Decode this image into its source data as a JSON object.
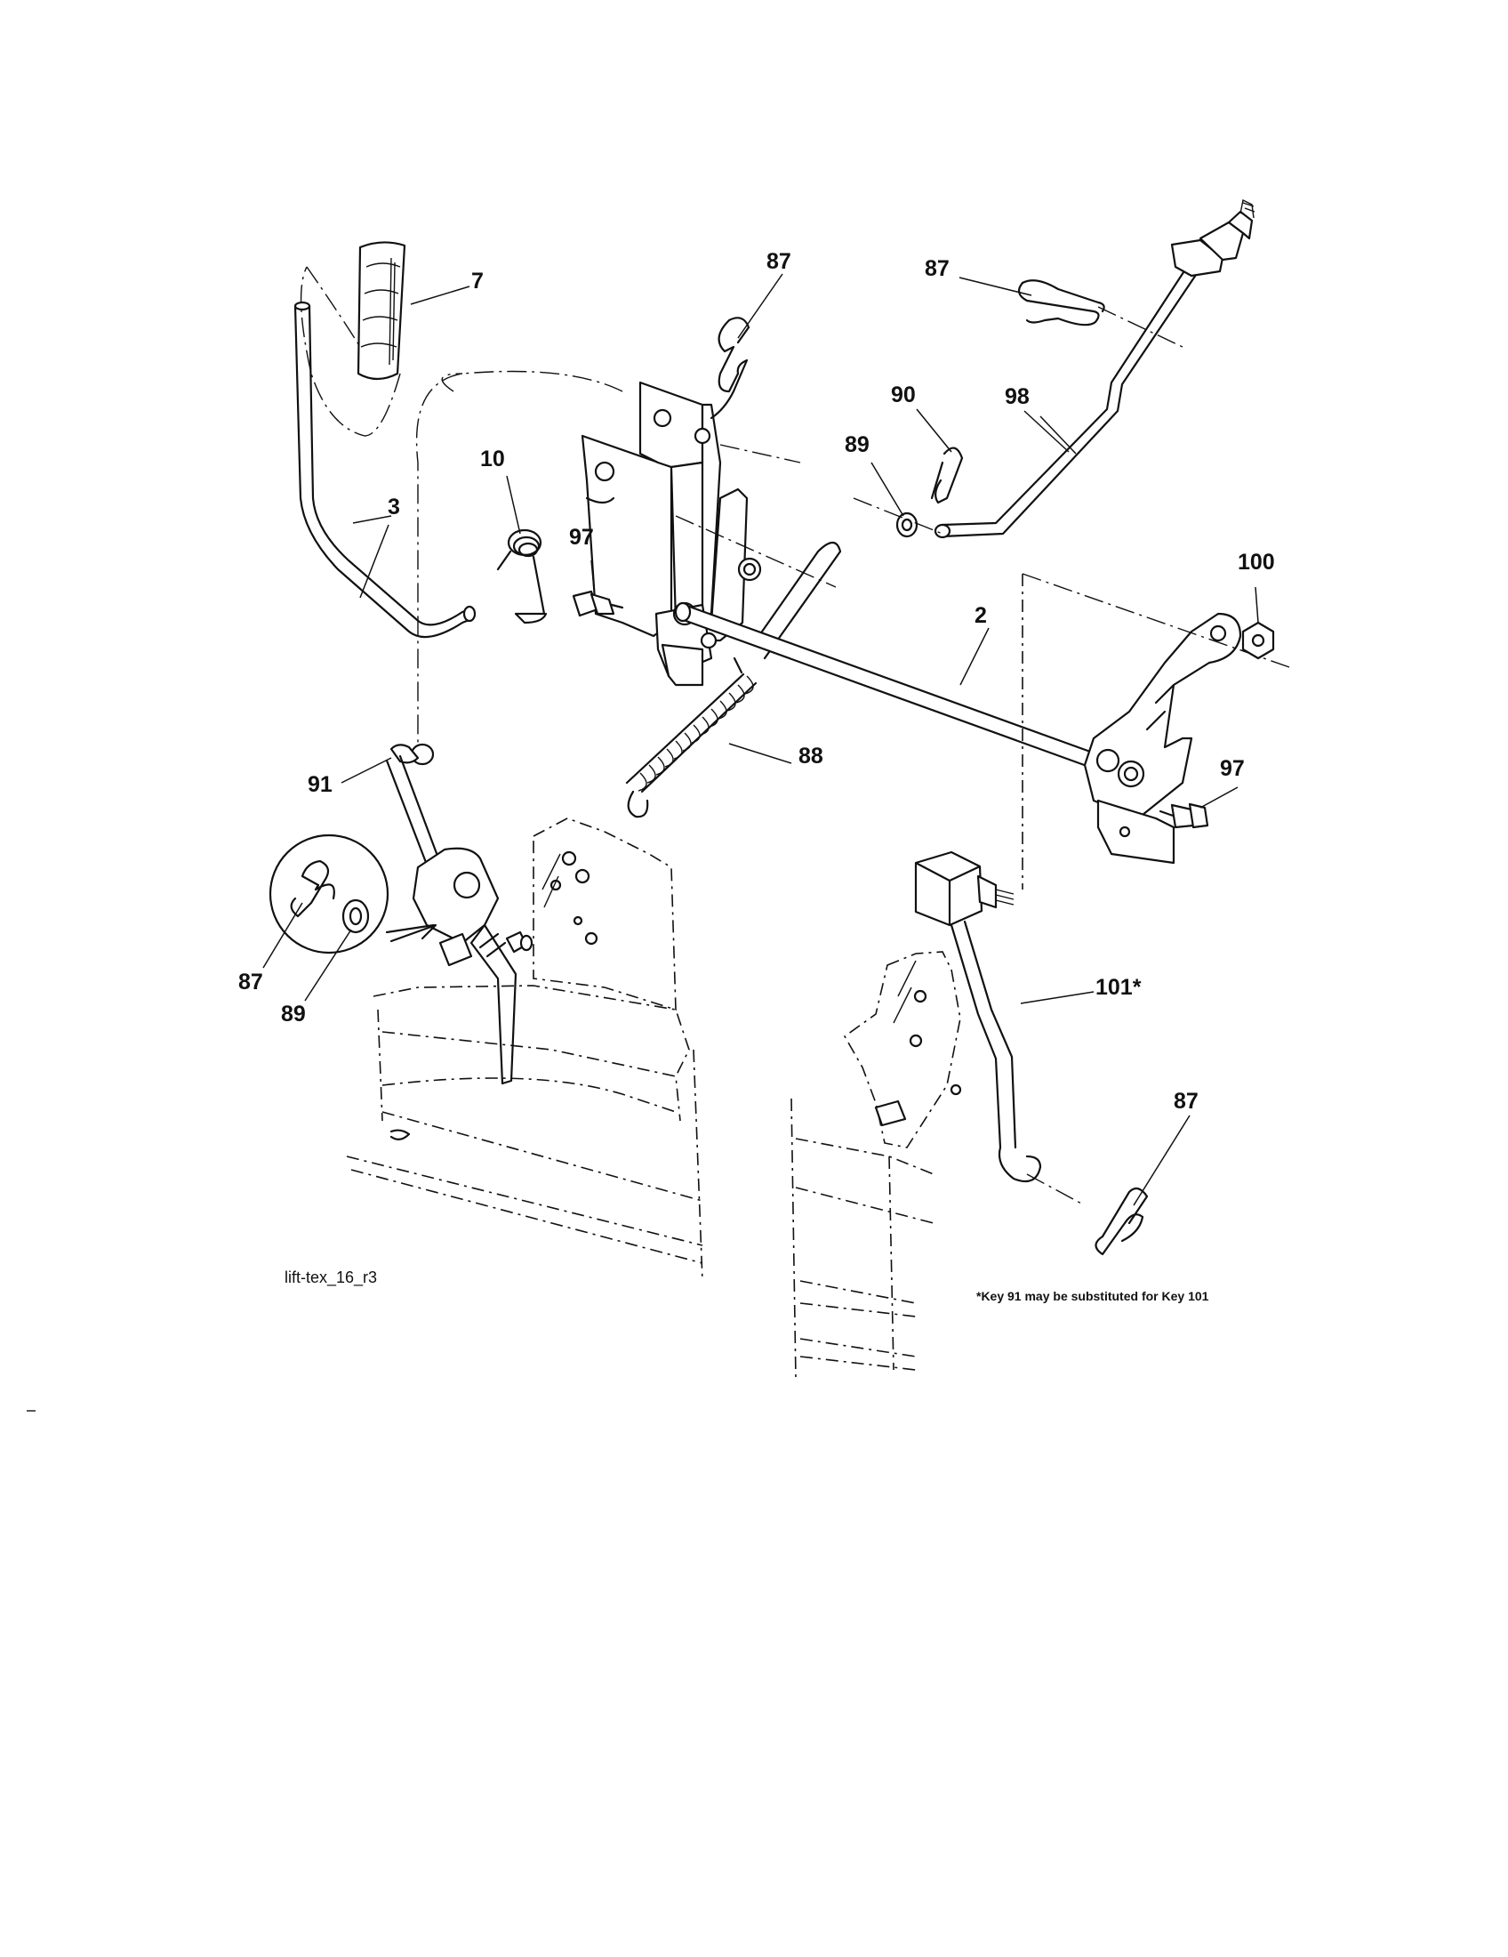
{
  "callouts": {
    "c7": "7",
    "c3": "3",
    "c87_top": "87",
    "c87_right": "87",
    "c90": "90",
    "c98": "98",
    "c89_top": "89",
    "c10": "10",
    "c97_left": "97",
    "c100": "100",
    "c2": "2",
    "c88": "88",
    "c97_right": "97",
    "c91": "91",
    "c87_circle": "87",
    "c89_circle": "89",
    "c101": "101*",
    "c87_bottom": "87"
  },
  "drawing_id": "lift-tex_16_r3",
  "footnote": "*Key 91 may be substituted for Key 101",
  "colors": {
    "ink": "#111111",
    "paper": "#ffffff"
  }
}
